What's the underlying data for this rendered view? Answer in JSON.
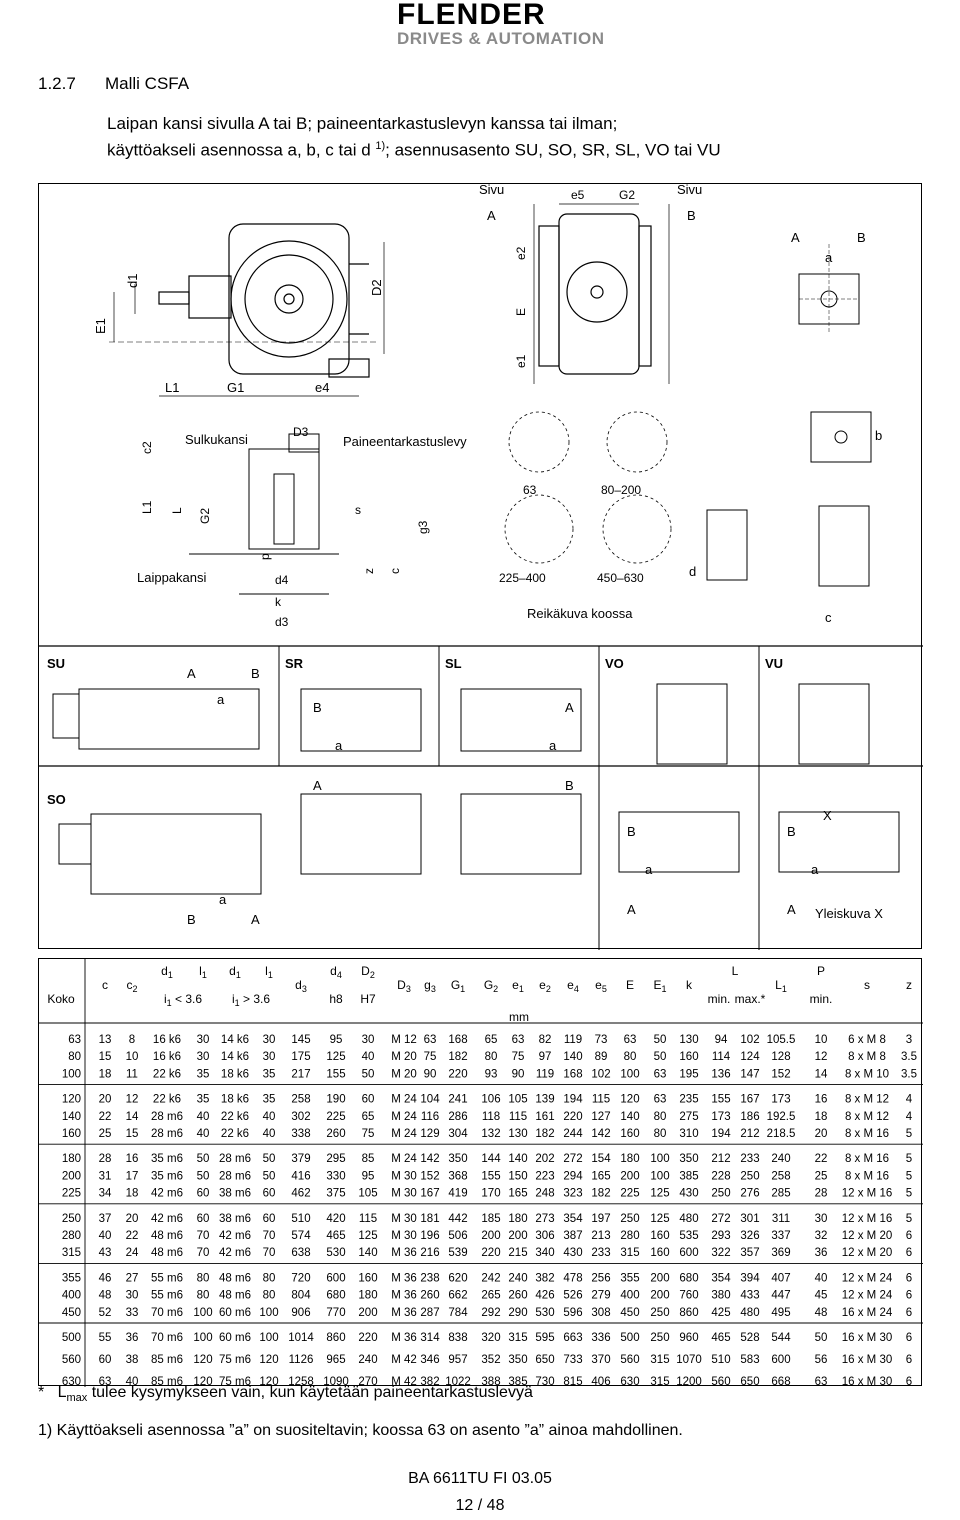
{
  "header": {
    "brand": "FLENDER",
    "tagline": "DRIVES & AUTOMATION"
  },
  "section": {
    "number": "1.2.7",
    "title": "Malli CSFA"
  },
  "intro": {
    "line1": "Laipan kansi sivulla A tai B; paineentarkastuslevyn kanssa tai ilman;",
    "line2_a": "käyttöakseli asennossa a, b, c tai d ",
    "line2_sup": "1)",
    "line2_b": "; asennusasento SU, SO, SR, SL, VO tai VU"
  },
  "figure": {
    "sivu_a": "Sivu",
    "sivu_a_letter": "A",
    "sivu_b": "Sivu",
    "sivu_b_letter": "B",
    "sulkukansi": "Sulkukansi",
    "paineentarkastuslevy": "Paineentarkastuslevy",
    "laippakansi": "Laippakansi",
    "reikakuva": "Reikäkuva koossa",
    "hole_63": "63",
    "hole_80_200": "80–200",
    "hole_225_400": "225–400",
    "hole_450_630": "450–630",
    "positions": [
      "SU",
      "SR",
      "SL",
      "VO",
      "VU",
      "SO"
    ],
    "yleiskuva": "Yleiskuva X",
    "letter_a": "a",
    "letter_b": "b",
    "letter_c": "c",
    "letter_d": "d",
    "letter_A": "A",
    "letter_B": "B",
    "letter_X": "X",
    "dims": {
      "E1": "E1",
      "d1": "d1",
      "D2": "D2",
      "L1": "L1",
      "G1": "G1",
      "e4": "e4",
      "e5": "e5",
      "G2": "G2",
      "e2": "e2",
      "E": "E",
      "e1": "e1",
      "c2": "c2",
      "D3": "D3",
      "L": "L",
      "G2b": "G2",
      "s": "s",
      "g3": "g3",
      "p": "p",
      "z": "z",
      "c": "c",
      "d4": "d4",
      "k": "k",
      "d3": "d3"
    }
  },
  "table": {
    "koko": "Koko",
    "mm": "mm",
    "headers": [
      "c",
      "c2",
      "d1 i1<3.6",
      "l1",
      "d1 i1>3.6",
      "l1",
      "d3",
      "d4 h8",
      "D2 H7",
      "D3",
      "g3",
      "G1",
      "G2",
      "e1",
      "e2",
      "e4",
      "e5",
      "E",
      "E1",
      "k",
      "L min.",
      "L max.*",
      "L1",
      "P min.",
      "s",
      "z"
    ],
    "head_text": {
      "c": "c",
      "c2": "c",
      "c2_sub": "2",
      "d1": "d",
      "d1_sub": "1",
      "i1a": "i",
      "i1a_sub": "1",
      "i1a_rest": " < 3.6",
      "l1": "l",
      "l1_sub": "1",
      "d1b": "d",
      "d1b_sub": "1",
      "i1b": "i",
      "i1b_sub": "1",
      "i1b_rest": " > 3.6",
      "l1b": "l",
      "l1b_sub": "1",
      "d3": "d",
      "d3_sub": "3",
      "d4": "d",
      "d4_sub": "4",
      "h8": "h8",
      "D2": "D",
      "D2_sub": "2",
      "H7": "H7",
      "D3": "D",
      "D3_sub": "3",
      "g3": "g",
      "g3_sub": "3",
      "G1": "G",
      "G1_sub": "1",
      "G2": "G",
      "G2_sub": "2",
      "e1": "e",
      "e1_sub": "1",
      "e2": "e",
      "e2_sub": "2",
      "e4": "e",
      "e4_sub": "4",
      "e5": "e",
      "e5_sub": "5",
      "E": "E",
      "E1": "E",
      "E1_sub": "1",
      "k": "k",
      "L": "L",
      "min": "min.",
      "max": "max.*",
      "L1": "L",
      "L1_sub": "1",
      "P": "P",
      "Pmin": "min.",
      "s": "s",
      "z": "z"
    },
    "groups": [
      [
        [
          "63",
          "13",
          "8",
          "16 k6",
          "30",
          "14 k6",
          "30",
          "145",
          "95",
          "30",
          "M 12",
          "63",
          "168",
          "65",
          "63",
          "82",
          "119",
          "73",
          "63",
          "50",
          "130",
          "94",
          "102",
          "105.5",
          "10",
          "6 x M  8",
          "3"
        ],
        [
          "80",
          "15",
          "10",
          "16 k6",
          "30",
          "14 k6",
          "30",
          "175",
          "125",
          "40",
          "M 20",
          "75",
          "182",
          "80",
          "75",
          "97",
          "140",
          "89",
          "80",
          "50",
          "160",
          "114",
          "124",
          "128",
          "12",
          "8 x M  8",
          "3.5"
        ],
        [
          "100",
          "18",
          "11",
          "22 k6",
          "35",
          "18 k6",
          "35",
          "217",
          "155",
          "50",
          "M 20",
          "90",
          "220",
          "93",
          "90",
          "119",
          "168",
          "102",
          "100",
          "63",
          "195",
          "136",
          "147",
          "152",
          "14",
          "8 x M 10",
          "3.5"
        ]
      ],
      [
        [
          "120",
          "20",
          "12",
          "22 k6",
          "35",
          "18 k6",
          "35",
          "258",
          "190",
          "60",
          "M 24",
          "104",
          "241",
          "106",
          "105",
          "139",
          "194",
          "115",
          "120",
          "63",
          "235",
          "155",
          "167",
          "173",
          "16",
          "8 x M 12",
          "4"
        ],
        [
          "140",
          "22",
          "14",
          "28 m6",
          "40",
          "22 k6",
          "40",
          "302",
          "225",
          "65",
          "M 24",
          "116",
          "286",
          "118",
          "115",
          "161",
          "220",
          "127",
          "140",
          "80",
          "275",
          "173",
          "186",
          "192.5",
          "18",
          "8 x M 12",
          "4"
        ],
        [
          "160",
          "25",
          "15",
          "28 m6",
          "40",
          "22 k6",
          "40",
          "338",
          "260",
          "75",
          "M 24",
          "129",
          "304",
          "132",
          "130",
          "182",
          "244",
          "142",
          "160",
          "80",
          "310",
          "194",
          "212",
          "218.5",
          "20",
          "8 x M 16",
          "5"
        ]
      ],
      [
        [
          "180",
          "28",
          "16",
          "35 m6",
          "50",
          "28 m6",
          "50",
          "379",
          "295",
          "85",
          "M 24",
          "142",
          "350",
          "144",
          "140",
          "202",
          "272",
          "154",
          "180",
          "100",
          "350",
          "212",
          "233",
          "240",
          "22",
          "8 x M 16",
          "5"
        ],
        [
          "200",
          "31",
          "17",
          "35 m6",
          "50",
          "28 m6",
          "50",
          "416",
          "330",
          "95",
          "M 30",
          "152",
          "368",
          "155",
          "150",
          "223",
          "294",
          "165",
          "200",
          "100",
          "385",
          "228",
          "250",
          "258",
          "25",
          "8 x M 16",
          "5"
        ],
        [
          "225",
          "34",
          "18",
          "42 m6",
          "60",
          "38 m6",
          "60",
          "462",
          "375",
          "105",
          "M 30",
          "167",
          "419",
          "170",
          "165",
          "248",
          "323",
          "182",
          "225",
          "125",
          "430",
          "250",
          "276",
          "285",
          "28",
          "12 x M 16",
          "5"
        ]
      ],
      [
        [
          "250",
          "37",
          "20",
          "42 m6",
          "60",
          "38 m6",
          "60",
          "510",
          "420",
          "115",
          "M 30",
          "181",
          "442",
          "185",
          "180",
          "273",
          "354",
          "197",
          "250",
          "125",
          "480",
          "272",
          "301",
          "311",
          "30",
          "12 x M 16",
          "5"
        ],
        [
          "280",
          "40",
          "22",
          "48 m6",
          "70",
          "42 m6",
          "70",
          "574",
          "465",
          "125",
          "M 30",
          "196",
          "506",
          "200",
          "200",
          "306",
          "387",
          "213",
          "280",
          "160",
          "535",
          "293",
          "326",
          "337",
          "32",
          "12 x M 20",
          "6"
        ],
        [
          "315",
          "43",
          "24",
          "48 m6",
          "70",
          "42 m6",
          "70",
          "638",
          "530",
          "140",
          "M 36",
          "216",
          "539",
          "220",
          "215",
          "340",
          "430",
          "233",
          "315",
          "160",
          "600",
          "322",
          "357",
          "369",
          "36",
          "12 x M 20",
          "6"
        ]
      ],
      [
        [
          "355",
          "46",
          "27",
          "55 m6",
          "80",
          "48 m6",
          "80",
          "720",
          "600",
          "160",
          "M 36",
          "238",
          "620",
          "242",
          "240",
          "382",
          "478",
          "256",
          "355",
          "200",
          "680",
          "354",
          "394",
          "407",
          "40",
          "12 x M 24",
          "6"
        ],
        [
          "400",
          "48",
          "30",
          "55 m6",
          "80",
          "48 m6",
          "80",
          "804",
          "680",
          "180",
          "M 36",
          "260",
          "662",
          "265",
          "260",
          "426",
          "526",
          "279",
          "400",
          "200",
          "760",
          "380",
          "433",
          "447",
          "45",
          "12 x M 24",
          "6"
        ],
        [
          "450",
          "52",
          "33",
          "70 m6",
          "100",
          "60 m6",
          "100",
          "906",
          "770",
          "200",
          "M 36",
          "287",
          "784",
          "292",
          "290",
          "530",
          "596",
          "308",
          "450",
          "250",
          "860",
          "425",
          "480",
          "495",
          "48",
          "16 x M 24",
          "6"
        ]
      ],
      [
        [
          "500",
          "55",
          "36",
          "70 m6",
          "100",
          "60 m6",
          "100",
          "1014",
          "860",
          "220",
          "M 36",
          "314",
          "838",
          "320",
          "315",
          "595",
          "663",
          "336",
          "500",
          "250",
          "960",
          "465",
          "528",
          "544",
          "50",
          "16 x M 30",
          "6"
        ],
        [
          "560",
          "60",
          "38",
          "85 m6",
          "120",
          "75 m6",
          "120",
          "1126",
          "965",
          "240",
          "M 42",
          "346",
          "957",
          "352",
          "350",
          "650",
          "733",
          "370",
          "560",
          "315",
          "1070",
          "510",
          "583",
          "600",
          "56",
          "16 x M 30",
          "6"
        ],
        [
          "630",
          "63",
          "40",
          "85 m6",
          "120",
          "75 m6",
          "120",
          "1258",
          "1090",
          "270",
          "M 42",
          "382",
          "1022",
          "388",
          "385",
          "730",
          "815",
          "406",
          "630",
          "315",
          "1200",
          "560",
          "650",
          "668",
          "63",
          "16 x M 30",
          "6"
        ]
      ]
    ]
  },
  "footnotes": {
    "star_mark": "*",
    "star_L": "L",
    "star_sub": "max",
    "star_text": " tulee kysymykseen vain, kun käytetään paineentarkastuslevyä",
    "note1": "1)  Käyttöakseli asennossa ”a” on suositeltavin; koossa 63 on asento ”a” ainoa mahdollinen."
  },
  "footer": {
    "doc": "BA 6611TU FI 03.05",
    "page": "12 / 48"
  }
}
